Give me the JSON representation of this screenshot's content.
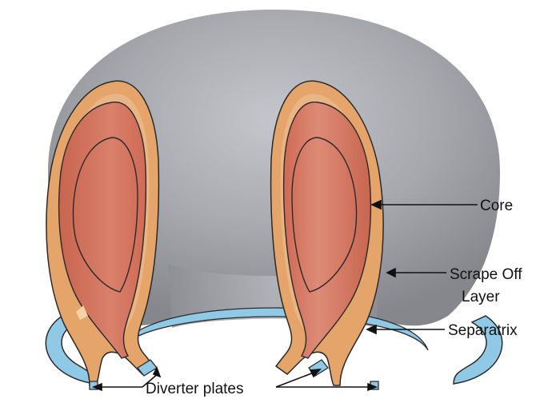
{
  "labels": {
    "core": "Core",
    "scrape_off_line1": "Scrape Off",
    "scrape_off_line2": "Layer",
    "separatrix": "Separatrix",
    "diverter_plates": "Diverter plates"
  },
  "colors": {
    "vessel": "#8e9096",
    "vessel_light": "#b9bbc0",
    "scrape_off_layer": "#e4a46a",
    "core": "#d36f5c",
    "diverter_plate": "#8fc9e6",
    "outline": "#2a2a2a"
  }
}
